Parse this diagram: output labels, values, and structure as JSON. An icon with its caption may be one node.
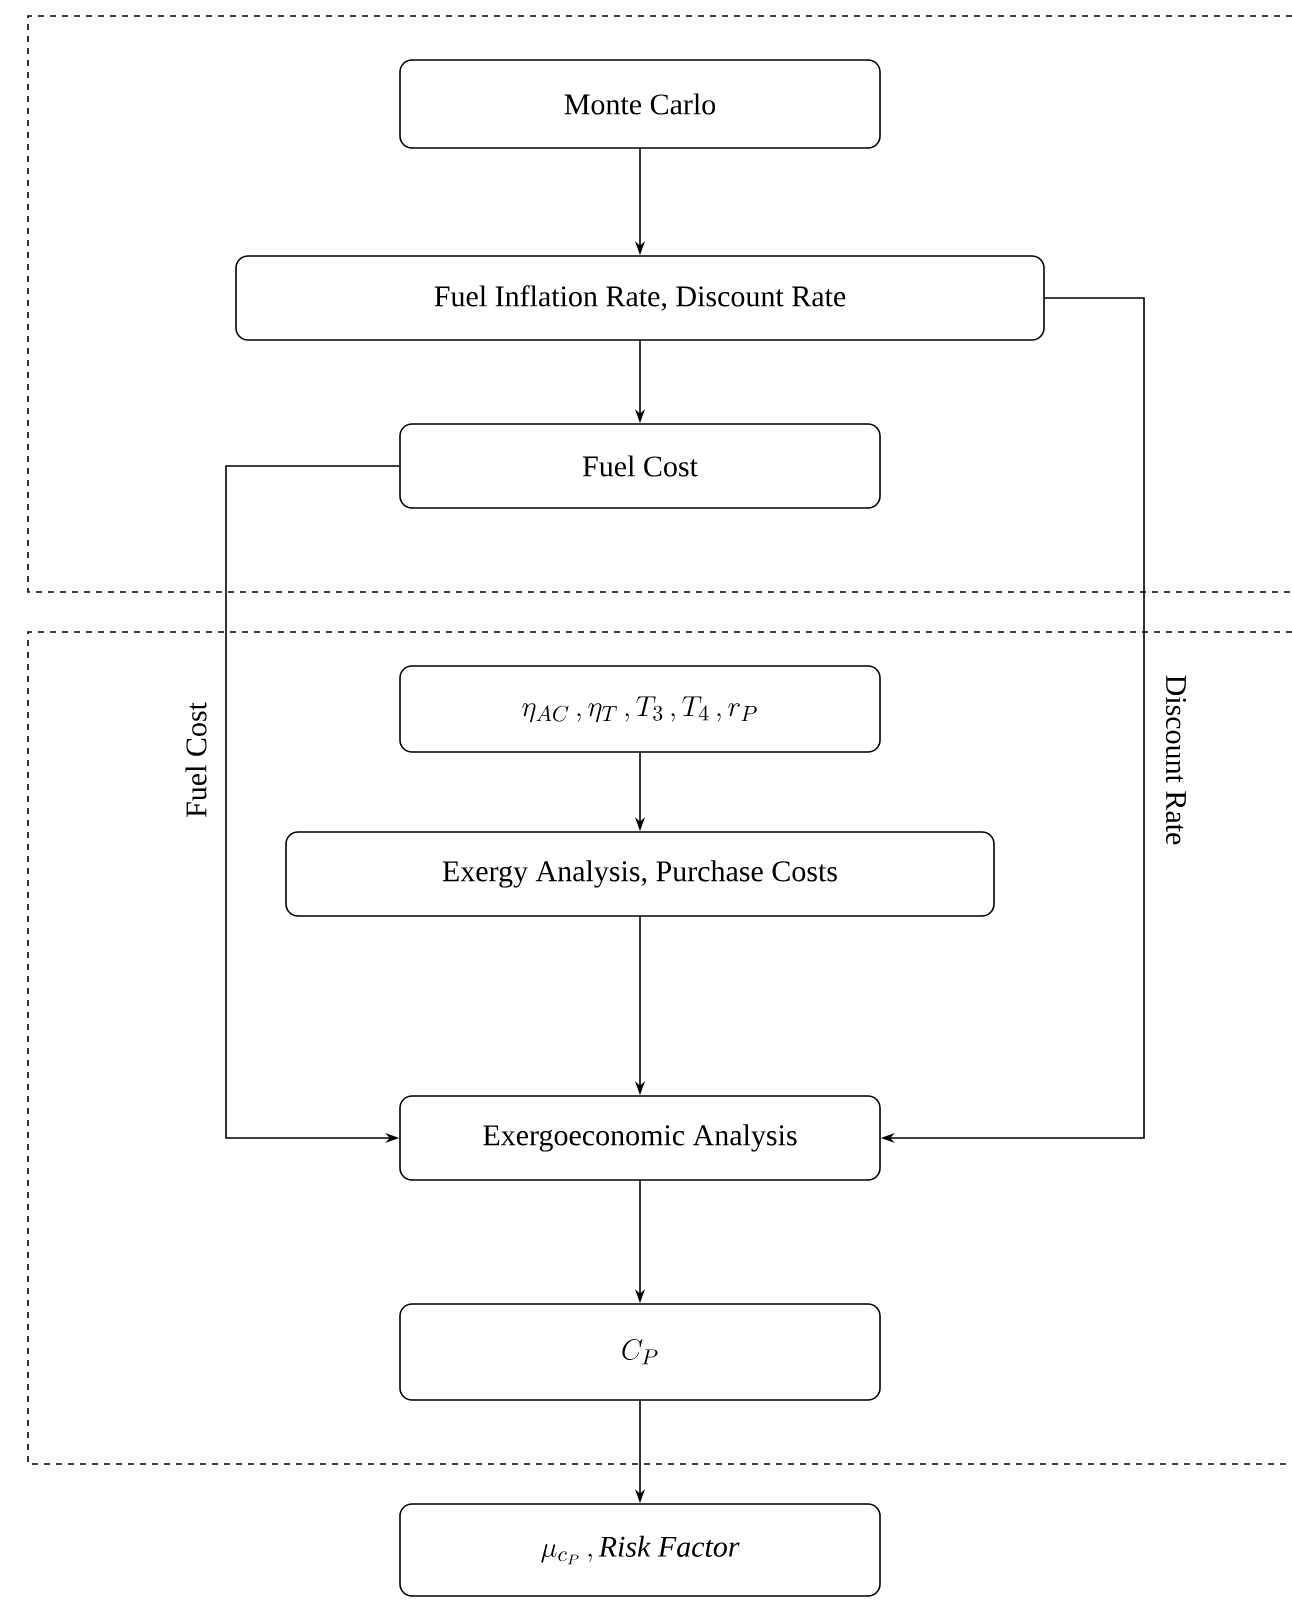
{
  "diagram": {
    "nodes": [
      {
        "text": [],
        "shape": "box"
      },
      {
        "text": [
          "Monte Carlo"
        ],
        "in": 0
      },
      {
        "text": [
          "Fuel Inflation Rate, Discount Rate"
        ],
        "in": 0
      },
      {
        "text": [
          "Fuel Cost"
        ],
        "in": 0
      },
      {
        "text": [],
        "shape": "box"
      },
      {
        "text": [
          "\\eta_{AC}\\,,\\eta_{T}\\,,T_{3}\\,,T_{4}\\,,r_{P}"
        ],
        "in": 4
      },
      {
        "text": [
          "Exergy Analysis, Purchase Costs"
        ],
        "in": 4
      },
      {
        "text": [
          "Exergoeconomic Analysis"
        ],
        "in": 4
      },
      {
        "text": [
          "C_{P}"
        ],
        "in": 4
      },
      {
        "text": [
          "\\mu_{c_{P}}\\,,\\mathit{Risk\\ Factor}"
        ]
      }
    ],
    "edges": [
      {
        "from": 1,
        "to": 2,
        "arrow": "to"
      },
      {
        "from": 2,
        "to": 3,
        "arrow": "to"
      },
      {
        "from": 3,
        "to": 7,
        "arrow": "to",
        "label": "Fuel Cost"
      },
      {
        "from": 2,
        "to": 7,
        "arrow": "to",
        "label": "Discount Rate"
      },
      {
        "from": 5,
        "to": 6,
        "arrow": "to"
      },
      {
        "from": 6,
        "to": 7,
        "arrow": "to"
      },
      {
        "from": 7,
        "to": 8,
        "arrow": "to"
      },
      {
        "from": 8,
        "to": 9,
        "arrow": "to"
      }
    ]
  }
}
